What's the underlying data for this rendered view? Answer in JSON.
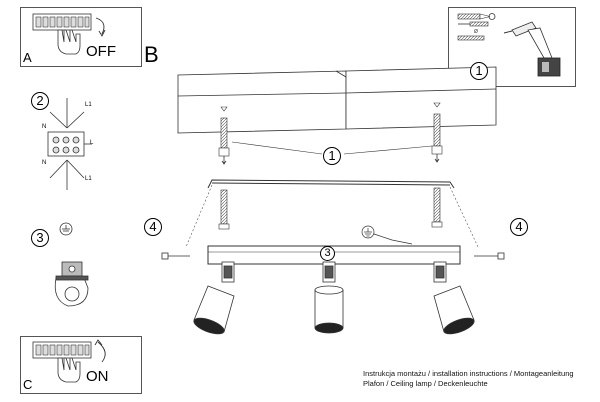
{
  "step_labels": {
    "a": "A",
    "b": "B",
    "c": "C"
  },
  "switch": {
    "off": "OFF",
    "on": "ON"
  },
  "callouts": {
    "one": "1",
    "two": "2",
    "three": "3",
    "four": "4"
  },
  "wiring": {
    "l1_top": "L1",
    "l_mid": "L",
    "l1_bottom": "L1",
    "n_top": "N",
    "n_bottom": "N"
  },
  "footer": {
    "line1": "Instrukcja montażu / installation instructions / Montageanleitung",
    "line2": "Plafon / Ceiling lamp / Deckenleuchte"
  }
}
